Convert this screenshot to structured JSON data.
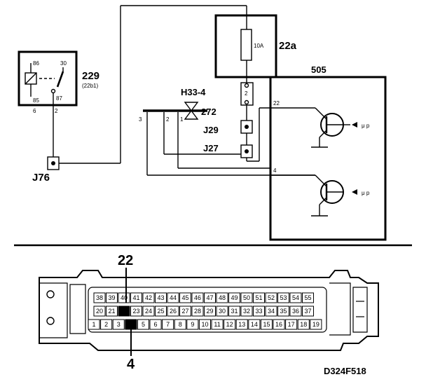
{
  "components": {
    "relay": {
      "id": "229",
      "sub": "(22b1)",
      "pins": {
        "top_left": "86",
        "top_right": "30",
        "mid_right": "87",
        "bottom_left": "85",
        "bottom_under_left": "6",
        "bottom_under_right": "2"
      }
    },
    "fuse": {
      "id": "22a",
      "rating": "10A"
    },
    "ecu": {
      "id": "505",
      "pin_upper": "22",
      "pin_lower": "4",
      "output_upper": "μ p",
      "output_lower": "μ p"
    },
    "diagnostic_connector": {
      "id": "H33-4",
      "pins": [
        "3",
        "2",
        "1"
      ]
    },
    "valve": {
      "id": "272"
    },
    "connector_top": {
      "id": "2"
    },
    "junction_j29": {
      "id": "J29"
    },
    "junction_j27": {
      "id": "J27"
    },
    "junction_j76": {
      "id": "J76"
    }
  },
  "plug": {
    "callout_top": "22",
    "callout_bottom": "4",
    "row_top": [
      "38",
      "39",
      "40",
      "41",
      "42",
      "43",
      "44",
      "45",
      "46",
      "47",
      "48",
      "49",
      "50",
      "51",
      "52",
      "53",
      "54",
      "55"
    ],
    "row_mid": [
      "20",
      "21",
      "22",
      "23",
      "24",
      "25",
      "26",
      "27",
      "28",
      "29",
      "30",
      "31",
      "32",
      "33",
      "34",
      "35",
      "36",
      "37"
    ],
    "row_bottom": [
      "1",
      "2",
      "3",
      "4",
      "5",
      "6",
      "7",
      "8",
      "9",
      "10",
      "11",
      "12",
      "13",
      "14",
      "15",
      "16",
      "17",
      "18",
      "19"
    ],
    "highlighted": [
      "22",
      "4"
    ]
  },
  "figure_code": "D324F518"
}
